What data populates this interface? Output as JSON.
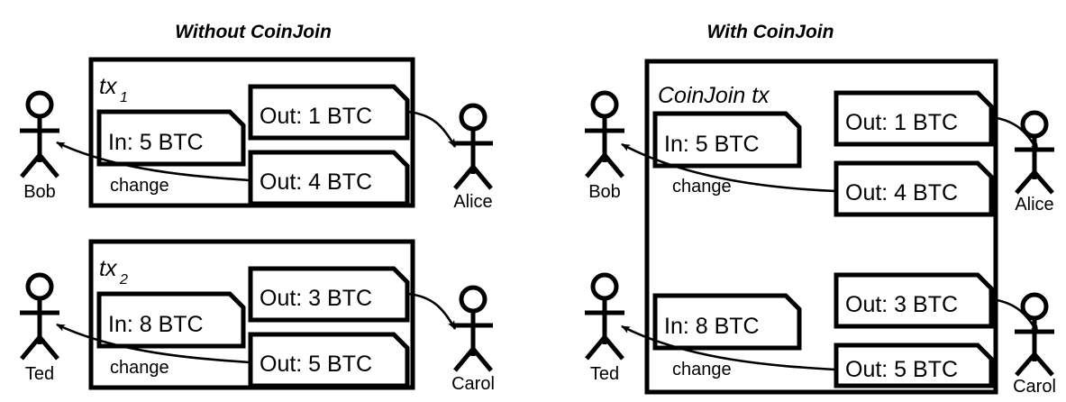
{
  "figure": {
    "title_left": "Without CoinJoin",
    "title_right": "With CoinJoin"
  },
  "colors": {
    "stroke": "#000000",
    "background": "#ffffff",
    "fill": "#ffffff"
  },
  "left_panel": {
    "title": "Without CoinJoin",
    "transactions": [
      {
        "label": "tx",
        "subscript": "1",
        "inputs": [
          {
            "text": "In: 5 BTC"
          }
        ],
        "outputs": [
          {
            "text": "Out: 1 BTC"
          },
          {
            "text": "Out: 4 BTC"
          }
        ],
        "change_label": "change",
        "sender": "Bob",
        "recipient": "Alice"
      },
      {
        "label": "tx",
        "subscript": "2",
        "inputs": [
          {
            "text": "In: 8 BTC"
          }
        ],
        "outputs": [
          {
            "text": "Out: 3 BTC"
          },
          {
            "text": "Out: 5 BTC"
          }
        ],
        "change_label": "change",
        "sender": "Ted",
        "recipient": "Carol"
      }
    ]
  },
  "right_panel": {
    "title": "With CoinJoin",
    "transaction": {
      "label": "CoinJoin tx",
      "inputs": [
        {
          "text": "In: 5 BTC"
        },
        {
          "text": "In: 8 BTC"
        }
      ],
      "outputs": [
        {
          "text": "Out: 1 BTC"
        },
        {
          "text": "Out: 4 BTC"
        },
        {
          "text": "Out: 3 BTC"
        },
        {
          "text": "Out: 5 BTC"
        }
      ],
      "change_labels": [
        "change",
        "change"
      ]
    },
    "people": {
      "senders": [
        "Bob",
        "Ted"
      ],
      "recipients": [
        "Alice",
        "Carol"
      ]
    }
  },
  "people": {
    "bob_left": "Bob",
    "alice_left": "Alice",
    "ted_left": "Ted",
    "carol_left": "Carol",
    "bob_right": "Bob",
    "alice_right": "Alice",
    "ted_right": "Ted",
    "carol_right": "Carol"
  },
  "labels": {
    "change_l1": "change",
    "change_l2": "change",
    "change_r1": "change",
    "change_r2": "change"
  }
}
